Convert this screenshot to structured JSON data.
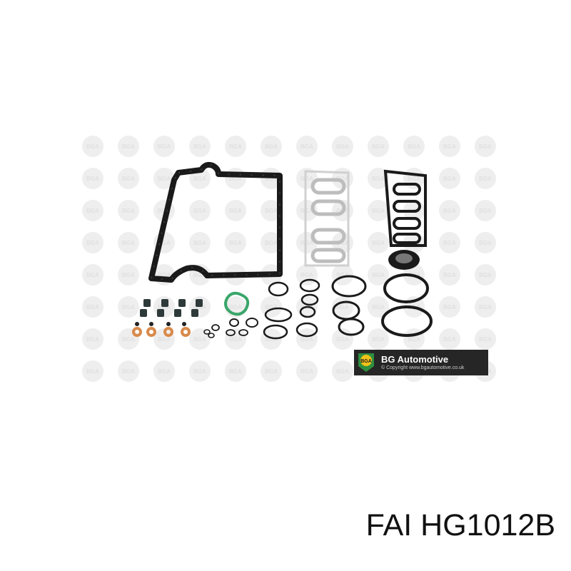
{
  "badge": {
    "watermark_text": "BGA",
    "logo_text": "BGA",
    "title": "BG Automotive",
    "copyright": "© Copyright www.bgautomotive.co.uk"
  },
  "caption": {
    "brand": "FAI",
    "part_number": "HG1012B"
  },
  "colors": {
    "gasket_dark": "#1a1a1a",
    "gasket_metal": "#c9c9c9",
    "green_seal": "#3aa66a",
    "copper_washer": "#d98a4a",
    "badge_bg": "#262626",
    "logo_green": "#2f8f3f",
    "logo_yellow": "#f2c21a"
  }
}
